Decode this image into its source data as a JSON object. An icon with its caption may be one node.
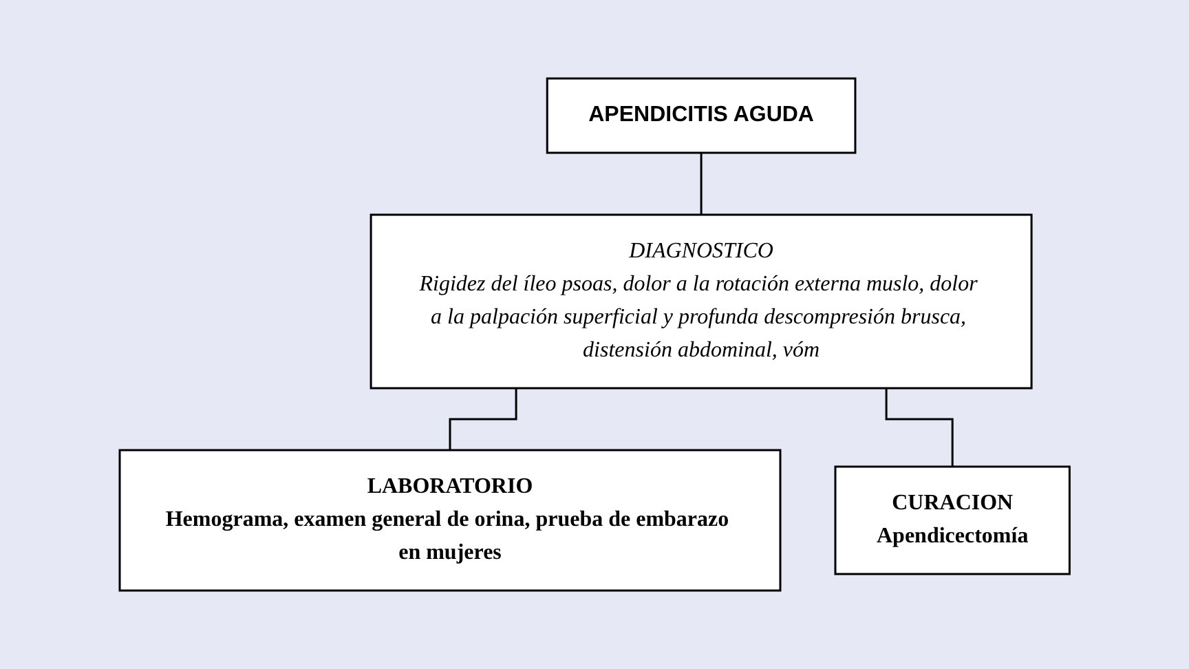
{
  "diagram": {
    "nodes": [
      {
        "text": [
          "APENDICITIS AGUDA"
        ]
      },
      {
        "text": [
          "DIAGNOSTICO",
          "Rigidez del íleo psoas, dolor a la rotación externa muslo, dolor a la palpación superficial y profunda descompresión brusca, distensión abdominal, vóm"
        ]
      },
      {
        "text": [
          "LABORATORIO",
          "Hemograma, examen general de orina, prueba de embarazo en mujeres"
        ]
      },
      {
        "text": [
          "CURACION",
          "Apendicectomía"
        ]
      }
    ],
    "edges": [
      {
        "from": 0,
        "to": 1,
        "arrow": "none"
      },
      {
        "from": 1,
        "to": 2,
        "arrow": "none"
      },
      {
        "from": 1,
        "to": 3,
        "arrow": "none"
      }
    ]
  }
}
